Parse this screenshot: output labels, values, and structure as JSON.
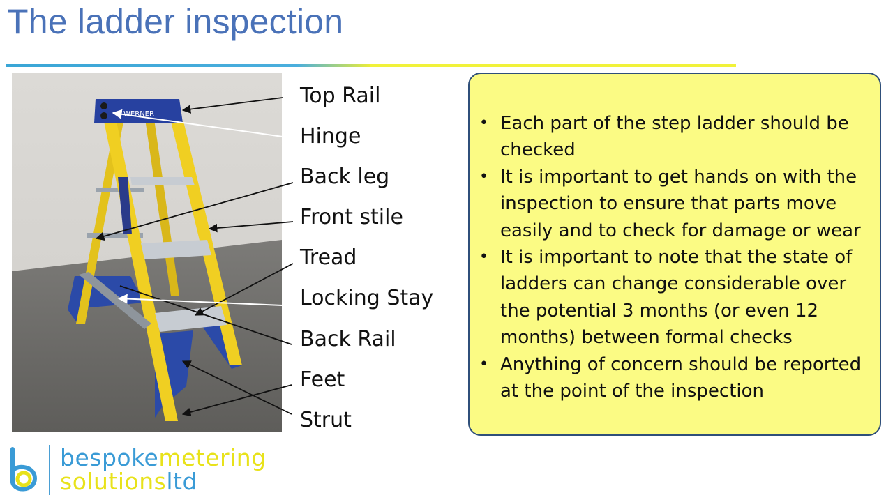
{
  "slide": {
    "title": "The ladder inspection"
  },
  "labels": [
    "Top Rail",
    "Hinge",
    "Back leg",
    "Front stile",
    "Tread",
    "Locking Stay",
    "Back Rail",
    "Feet",
    "Strut"
  ],
  "photo": {
    "brand_text": "WERNER"
  },
  "bullets": [
    "Each part of the step ladder should be checked",
    "It is important to get hands on with the inspection to ensure that parts move easily and to check for damage or wear",
    "It is important to note that the state of ladders can change considerable over the potential 3 months (or even 12 months) between formal checks",
    "Anything of concern should be reported at the point of the inspection"
  ],
  "logo": {
    "line1_a": "bespoke",
    "line1_b": "metering",
    "line2_a": "solutions",
    "line2_b": "ltd"
  },
  "colors": {
    "title": "#4a72b8",
    "box_fill": "#fbfb84",
    "box_border": "#2f4f7a",
    "ladder_yellow": "#e8c21e",
    "ladder_blue": "#2b4aa8"
  }
}
